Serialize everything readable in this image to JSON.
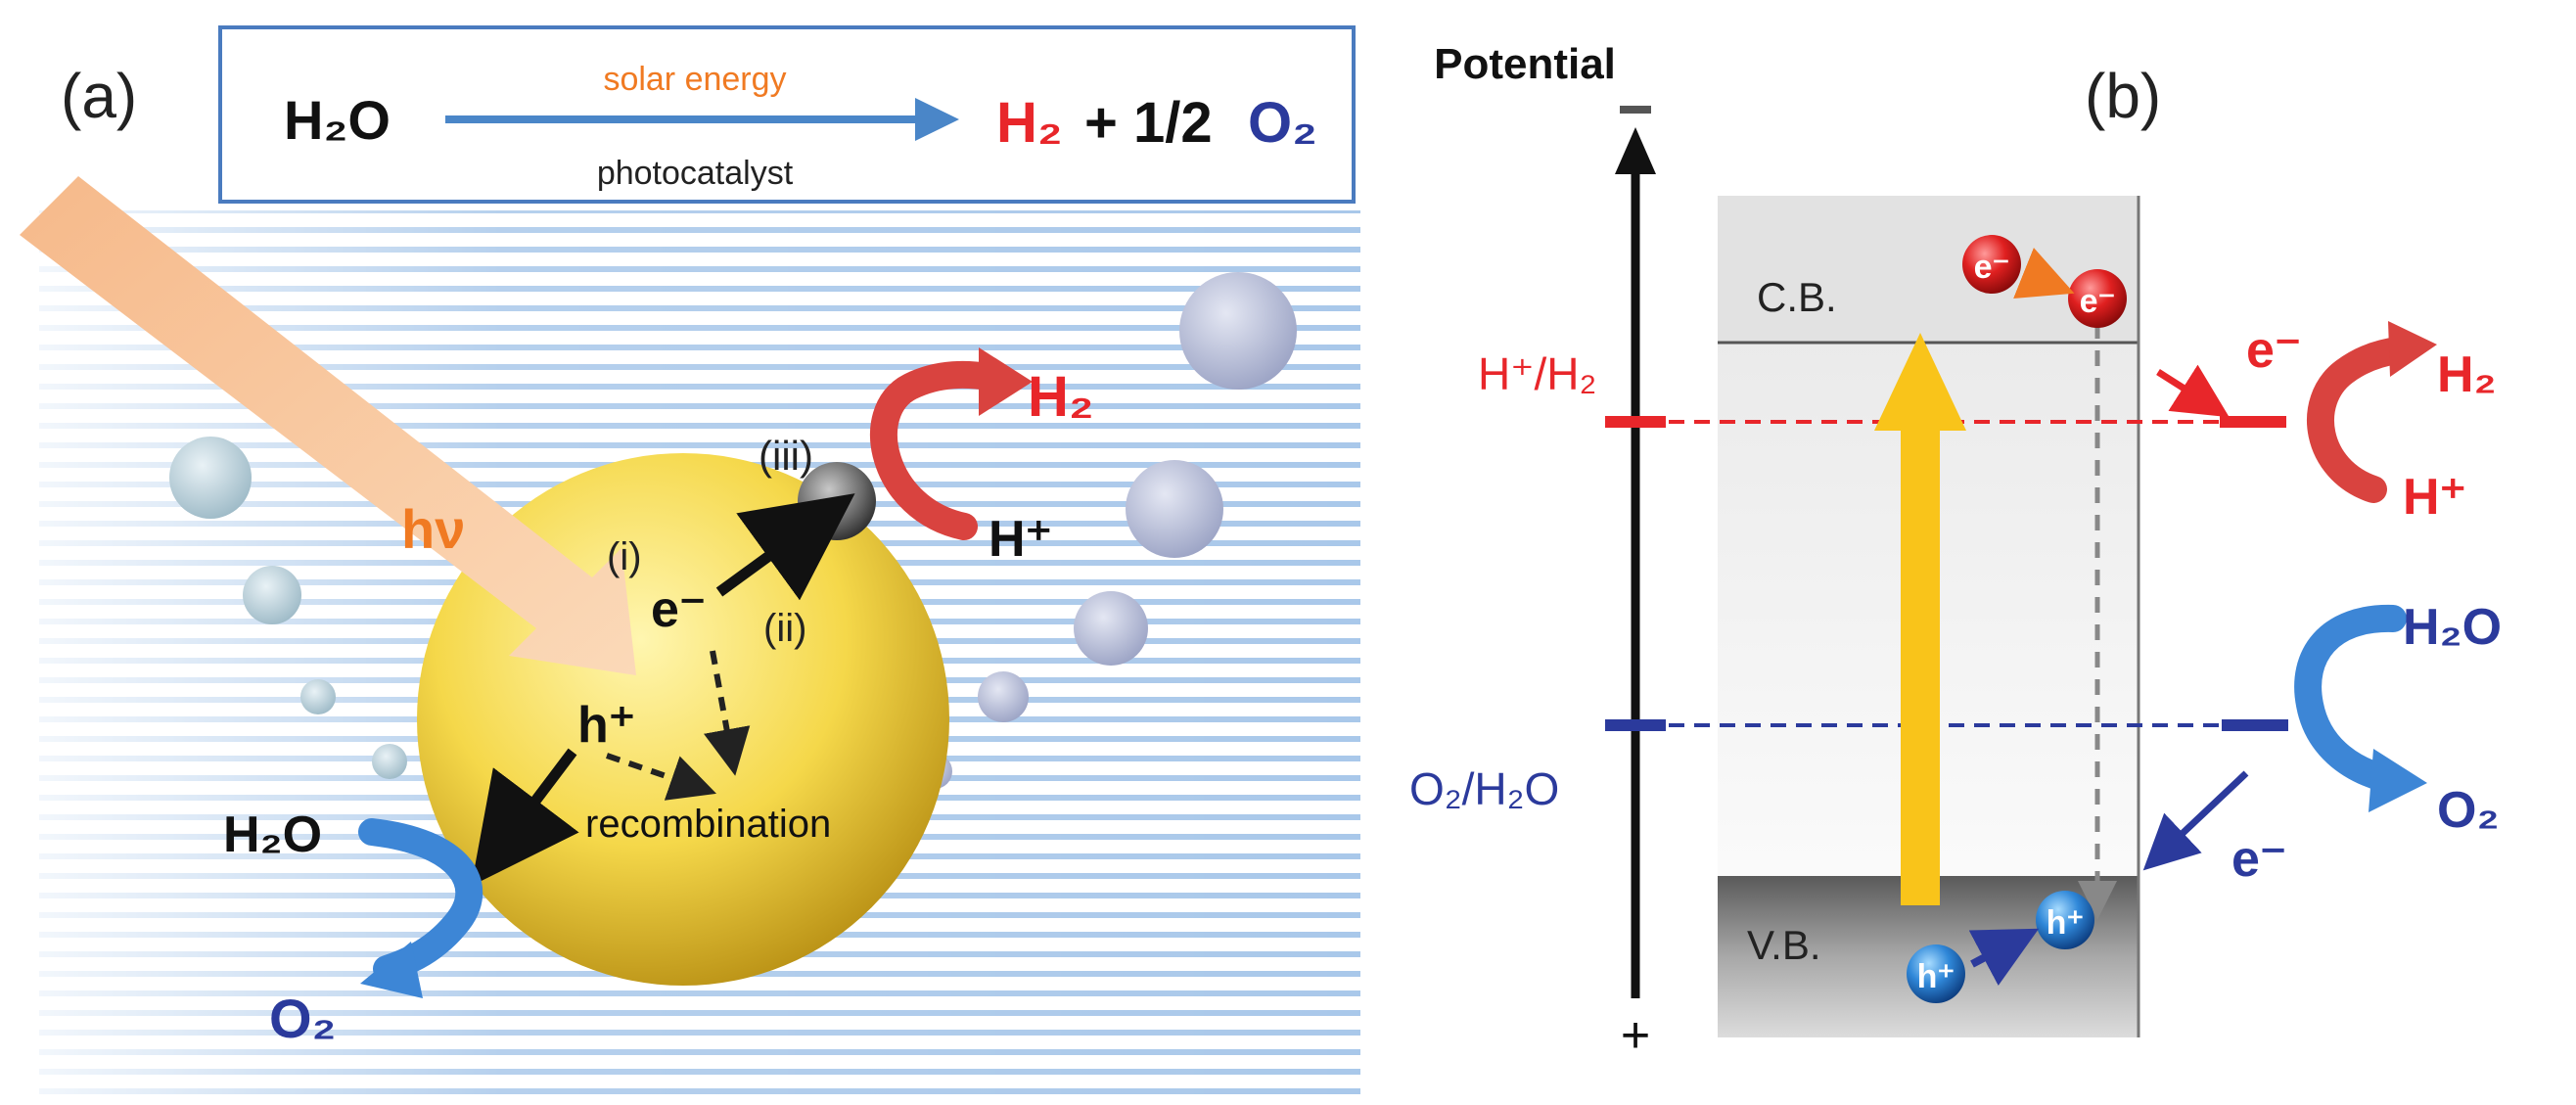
{
  "panel_a": {
    "label": "(a)",
    "equation": {
      "reactant": "H₂O",
      "condition_top": "solar energy",
      "condition_bottom": "photocatalyst",
      "product_h2": "H₂",
      "product_plus": "+ 1/2",
      "product_o2": "O₂"
    },
    "light": "hν",
    "step_i": "(i)",
    "step_ii": "(ii)",
    "step_iii": "(iii)",
    "electron": "e⁻",
    "hole": "h⁺",
    "recombination": "recombination",
    "h2_product": "H₂",
    "h_plus": "H⁺",
    "h2o": "H₂O",
    "o2": "O₂"
  },
  "panel_b": {
    "label": "(b)",
    "axis_title": "Potential",
    "axis_minus": "−",
    "axis_plus": "+",
    "cb": "C.B.",
    "vb": "V.B.",
    "h_level": "H⁺/H₂",
    "o_level": "O₂/H₂O",
    "electron": "e⁻",
    "hole": "h⁺",
    "h2": "H₂",
    "h_plus": "H⁺",
    "h2o": "H₂O",
    "o2": "O₂"
  },
  "colors": {
    "red": "#e8262a",
    "blue": "#2b3a9c",
    "light_blue": "#4a8fd4",
    "orange": "#f07a22",
    "yellow": "#f9c41a"
  }
}
